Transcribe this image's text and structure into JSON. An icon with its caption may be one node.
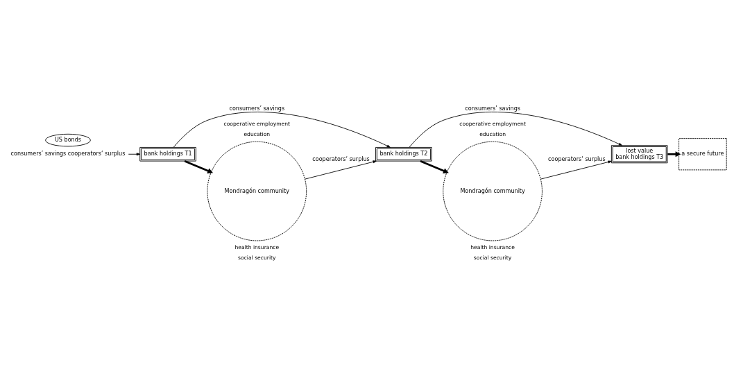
{
  "diagram": {
    "nodes": [
      {
        "text": [
          "consumers’ savings cooperators‘ surplus"
        ]
      },
      {
        "text": [
          "bank holdings T1"
        ]
      },
      {
        "text": [
          "Mondragón community"
        ],
        "beside": [
          "cooperative employment",
          "education",
          "health insurance",
          "social security"
        ]
      },
      {
        "text": [
          "bank holdings T2"
        ]
      },
      {
        "text": [
          "Mondragón community"
        ],
        "beside": [
          "cooperative employment",
          "education",
          "health insurance",
          "social security"
        ]
      },
      {
        "text": [
          "US bonds"
        ]
      },
      {
        "text": [
          "lost value",
          "bank holdings T3"
        ]
      },
      {
        "text": [
          "a secure future"
        ]
      }
    ],
    "edges": [
      {
        "from": 0,
        "to": 1,
        "arrow": "to"
      },
      {
        "from": 1,
        "to": 3,
        "arrow": "to",
        "label": "consumers’ savings"
      },
      {
        "from": 1,
        "to": 2,
        "arrow": "to",
        "style": "thick"
      },
      {
        "from": 2,
        "to": 3,
        "arrow": "to",
        "label": "cooperators‘ surplus"
      },
      {
        "from": 3,
        "to": 4,
        "arrow": "to",
        "style": "thick"
      },
      {
        "from": 3,
        "to": 6,
        "arrow": "to",
        "label": "consumers’ savings"
      },
      {
        "from": 4,
        "to": 6,
        "arrow": "to",
        "label": "cooperators‘ surplus"
      },
      {
        "from": 6,
        "to": 7,
        "arrow": "to",
        "style": "thick"
      }
    ]
  }
}
